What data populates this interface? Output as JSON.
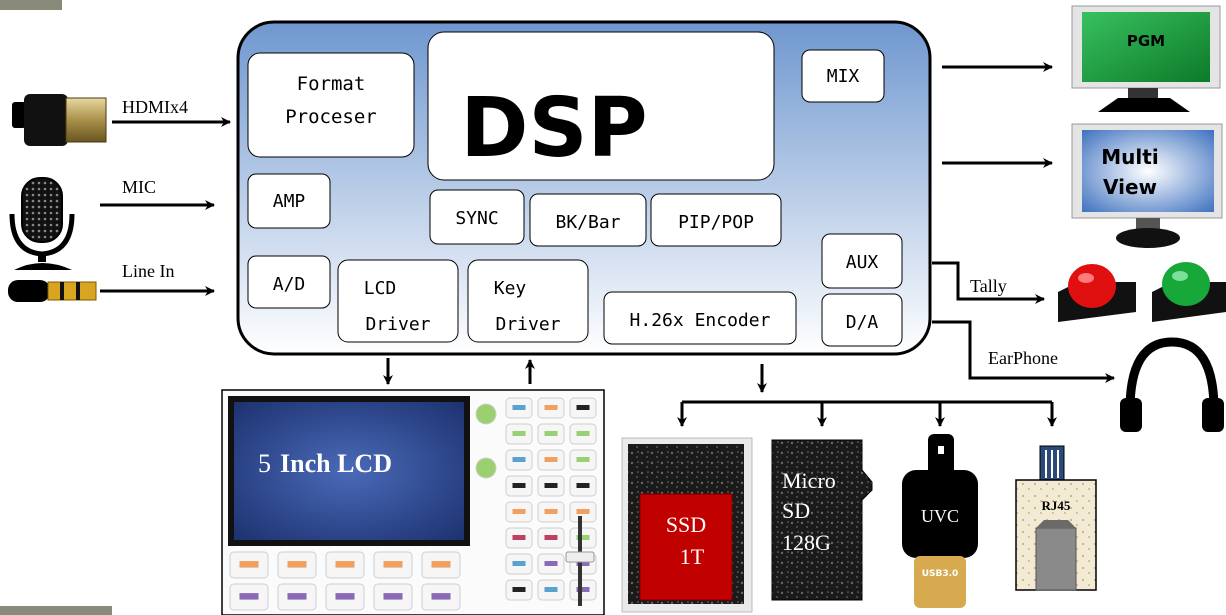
{
  "dsp": {
    "title": "DSP",
    "blocks": {
      "format": [
        "Format",
        "Proceser"
      ],
      "mix": "MIX",
      "amp": "AMP",
      "sync": "SYNC",
      "bkbar": "BK/Bar",
      "pippop": "PIP/POP",
      "ad": "A/D",
      "lcd": [
        "LCD",
        "Driver"
      ],
      "key": [
        "Key",
        "Driver"
      ],
      "encoder": "H.26x Encoder",
      "aux": "AUX",
      "da": "D/A"
    }
  },
  "inputs": {
    "hdmi": "HDMIx4",
    "mic": "MIC",
    "line": "Line In"
  },
  "outputs": {
    "pgm": "PGM",
    "multiview": [
      "Multi",
      "View"
    ],
    "tally": "Tally",
    "earphone": "EarPhone"
  },
  "panel": {
    "lcd_num": "5",
    "lcd_text": "Inch LCD"
  },
  "storage": {
    "ssd": [
      "SSD",
      "1T"
    ],
    "sd": [
      "Micro",
      "SD",
      "128G"
    ],
    "uvc": "UVC",
    "usb": "USB3.0",
    "rj45": "RJ45"
  },
  "colors": {
    "dsp_top": "#6f97cf",
    "dsp_bottom": "#ffffff",
    "pgm": "#1f9a3c",
    "multiview": "#3f72c0",
    "tally_red": "#e01010",
    "tally_green": "#18a83a",
    "ssd": "#c10000",
    "lcd_screen": "#2a4a9a"
  }
}
